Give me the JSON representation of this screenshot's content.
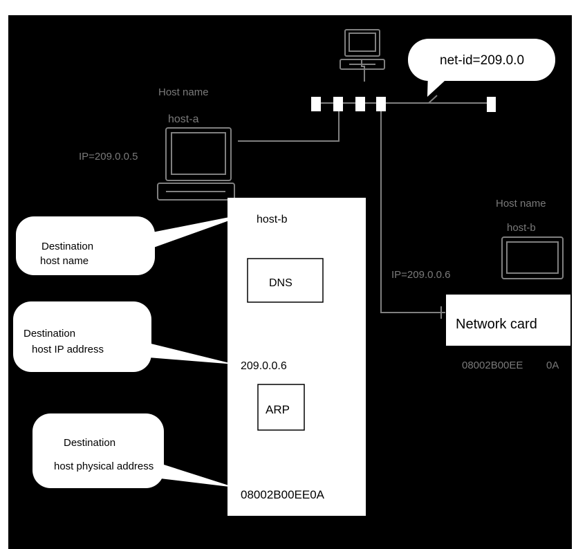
{
  "colors": {
    "frame": "#000000",
    "panel": "#ffffff",
    "dim_text": "#7a7a7a",
    "stroke": "#808080"
  },
  "top_host": {
    "icon": "computer-icon"
  },
  "network": {
    "callout": "net-id=209.0.0"
  },
  "host_a": {
    "name_label": "Host name",
    "name": "host-a",
    "ip": "IP=209.0.0.5",
    "icon": "computer-icon"
  },
  "host_b": {
    "name_label": "Host name",
    "name": "host-b",
    "ip": "IP=209.0.0.6",
    "icon": "computer-icon",
    "network_card": "Network card",
    "mac": "08002B00EE",
    "mac_suffix": "0A"
  },
  "resolver": {
    "host_name": "host-b",
    "dns": "DNS",
    "ip_address": "209.0.0.6",
    "arp": "ARP",
    "physical_address": "08002B00EE0A"
  },
  "callouts": {
    "host_name": [
      "Destination",
      "host name"
    ],
    "ip_address": [
      "Destination",
      "host IP address"
    ],
    "physical_address": [
      "Destination",
      "host physical address"
    ]
  }
}
